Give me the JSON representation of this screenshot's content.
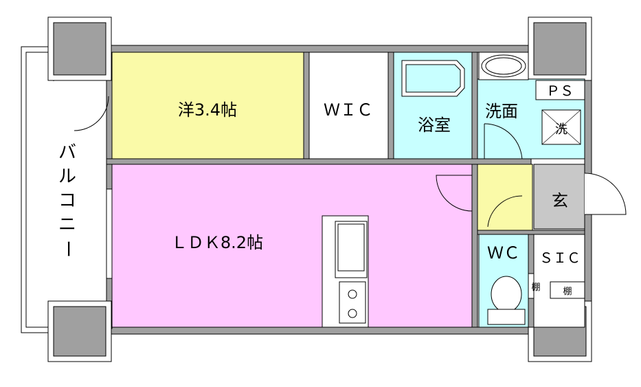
{
  "rooms": {
    "western": "洋3.4帖",
    "wic": "ＷＩＣ",
    "bath": "浴室",
    "washroom": "洗面",
    "ps": "ＰＳ",
    "washer": "洗",
    "ldk": "ＬＤＫ8.2帖",
    "entrance": "玄",
    "wc": "ＷＣ",
    "sic": "ＳＩＣ",
    "shelf_wc": "棚",
    "shelf_sic": "棚"
  },
  "balcony": [
    "バ",
    "ル",
    "コ",
    "ニ",
    "ー"
  ],
  "colors": {
    "western": "#fafaa8",
    "ldk": "#ffc8ff",
    "water": "#c8ffff",
    "yellow_hall": "#fafaa8",
    "column": "#a0a0a0",
    "wall": "#a0a0a0",
    "entrance": "#c8c8c8",
    "white": "#ffffff"
  }
}
